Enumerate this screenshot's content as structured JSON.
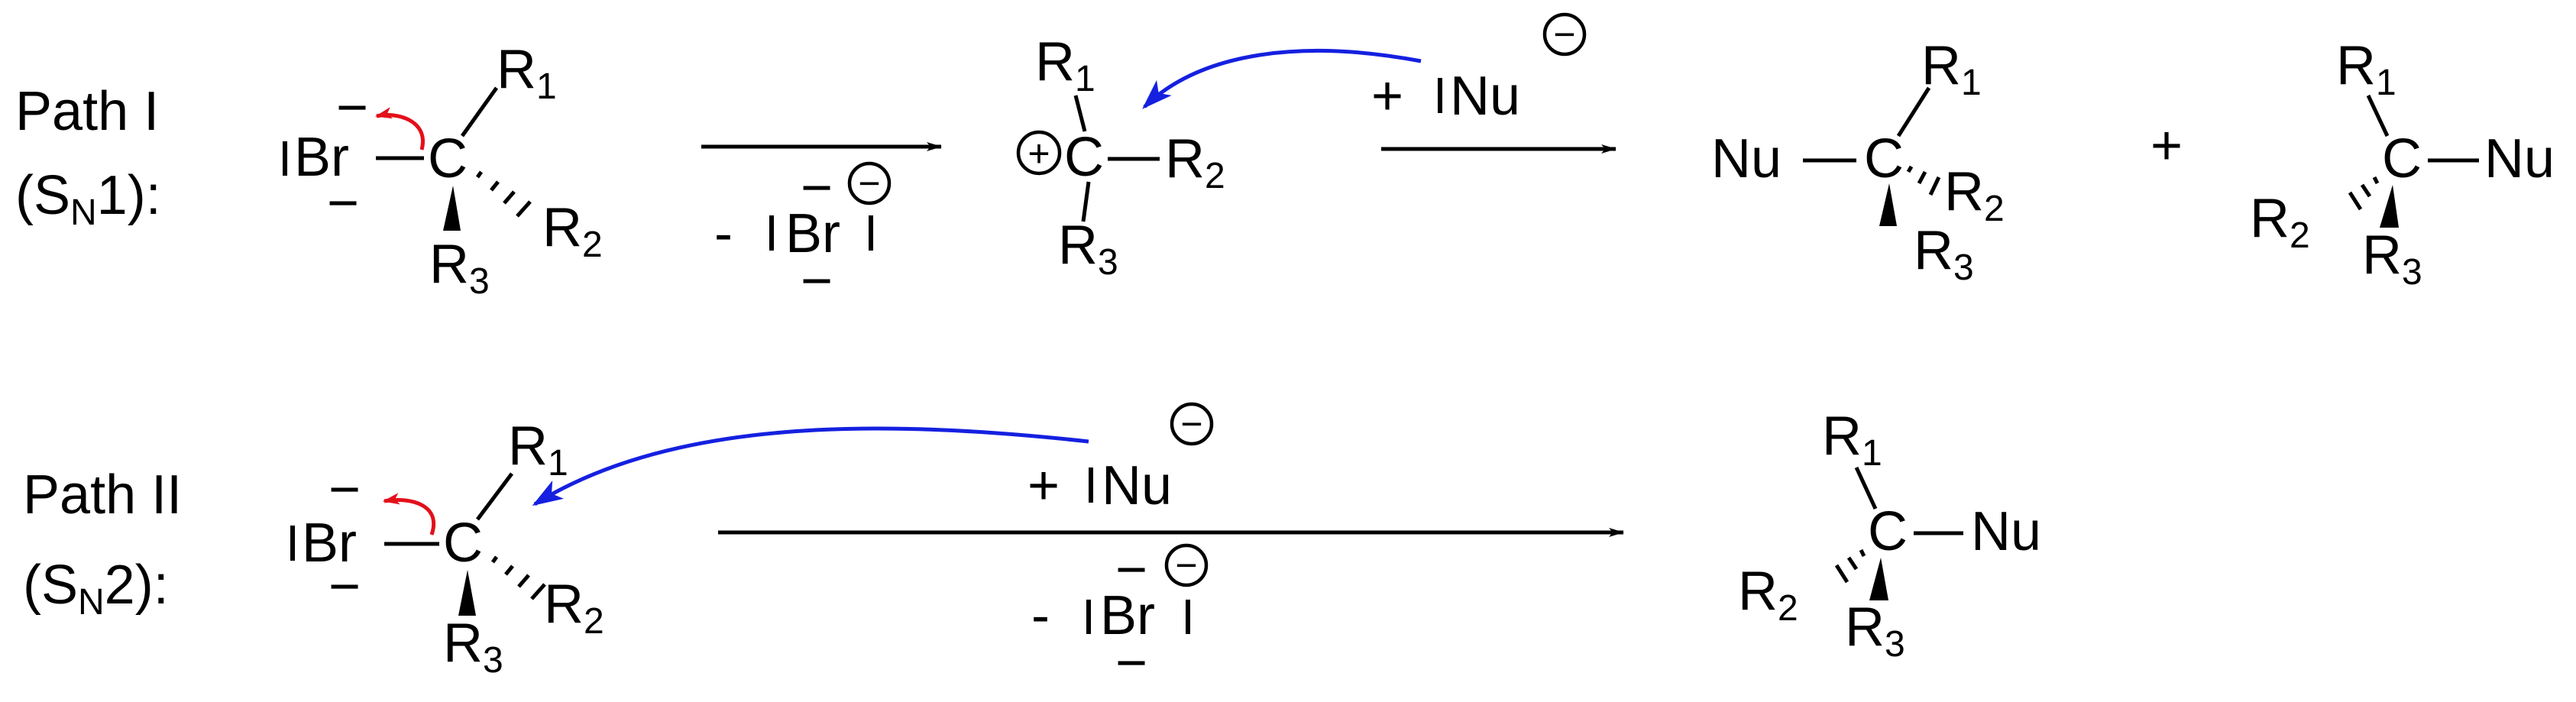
{
  "colors": {
    "ink": "#000000",
    "red_arrow": "#e3101a",
    "blue_arrow": "#1520e0"
  },
  "path1": {
    "label": "Path I",
    "mechanism_open": "(S",
    "mechanism_sub": "N",
    "mechanism_close": "1):",
    "leaving_group": "Br",
    "carbon": "C",
    "r": "R",
    "sub_1": "1",
    "sub_2": "2",
    "sub_3": "3",
    "step1_below": "- ",
    "step2_above": "+ ",
    "nucleophile": "Nu",
    "plus": "+"
  },
  "path2": {
    "label": "Path II",
    "mechanism_open": "(S",
    "mechanism_sub": "N",
    "mechanism_close": "2):",
    "leaving_group": "Br",
    "carbon": "C",
    "r": "R",
    "sub_1": "1",
    "sub_2": "2",
    "sub_3": "3",
    "above_arrow": "+ ",
    "below_arrow": "- ",
    "nucleophile": "Nu"
  },
  "charges": {
    "minus": "−",
    "plus": "+"
  }
}
